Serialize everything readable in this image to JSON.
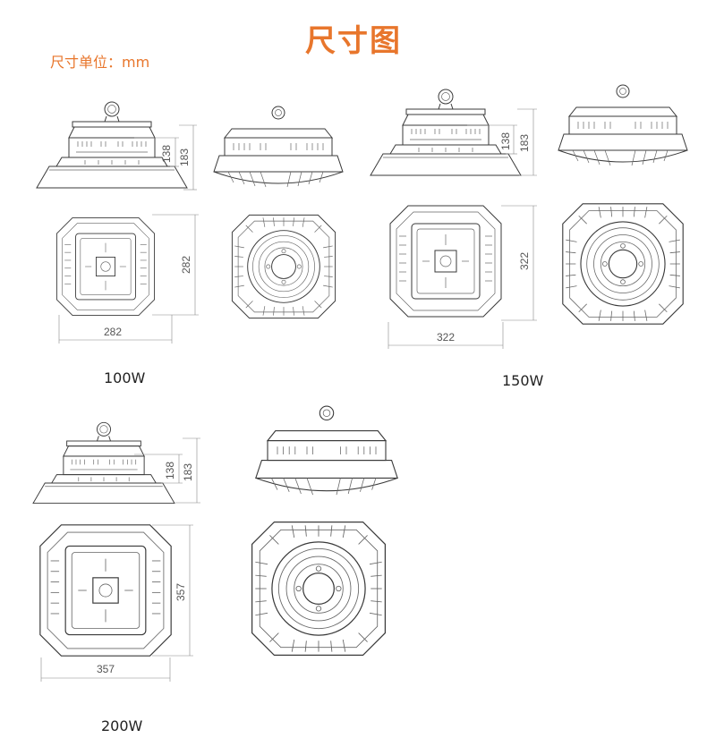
{
  "page": {
    "title": "尺寸图",
    "unit_label": "尺寸单位：mm",
    "accent_color": "#e8762c"
  },
  "models": [
    {
      "label": "100W",
      "side_dims": [
        "138",
        "183"
      ],
      "bottom_width": "282",
      "bottom_height": "282"
    },
    {
      "label": "150W",
      "side_dims": [
        "138",
        "183"
      ],
      "bottom_width": "322",
      "bottom_height": "322"
    },
    {
      "label": "200W",
      "side_dims": [
        "138",
        "183"
      ],
      "bottom_width": "357",
      "bottom_height": "357"
    }
  ]
}
